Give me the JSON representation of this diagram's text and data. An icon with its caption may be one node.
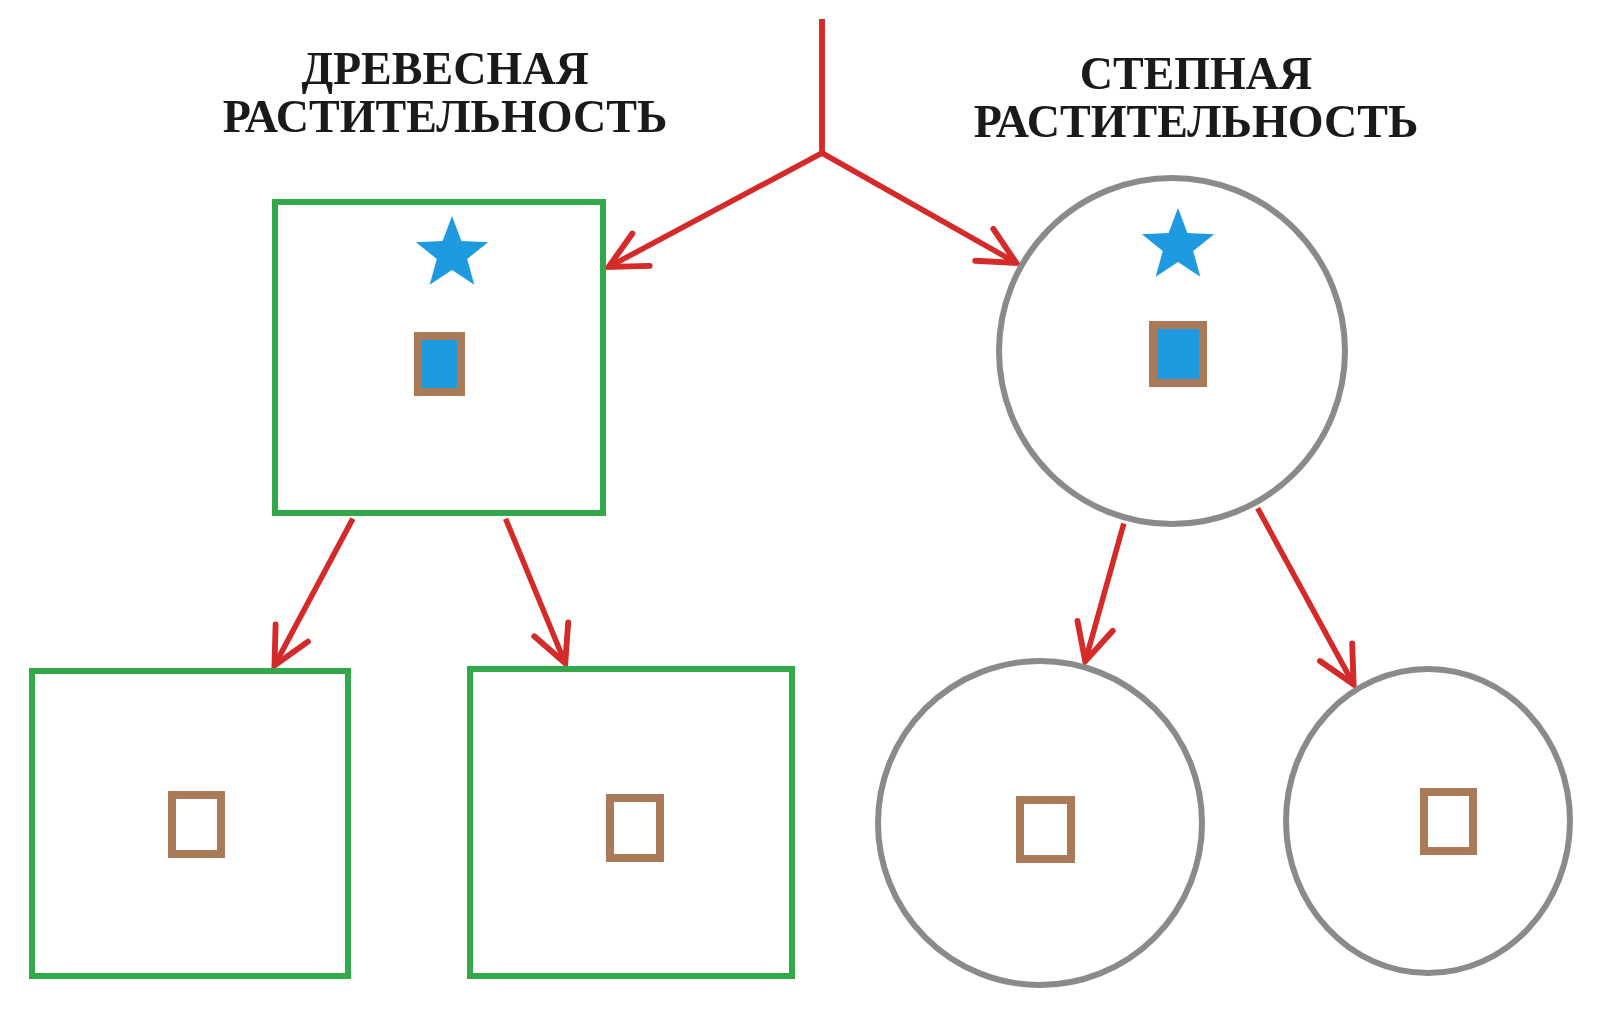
{
  "diagram": {
    "nodes": [
      {
        "text": [
          "ДРЕВЕСНАЯ РАСТИТЕЛЬНОСТЬ"
        ]
      },
      {
        "text": [
          "СТЕПНАЯ РАСТИТЕЛЬНОСТЬ"
        ]
      },
      {
        "text": [],
        "shape": "box"
      },
      {
        "text": [],
        "shape": "box"
      },
      {
        "text": [],
        "shape": "circle"
      },
      {
        "text": [],
        "shape": "circle"
      }
    ],
    "edges": [
      {
        "from": null,
        "to": 0,
        "arrow": "to"
      },
      {
        "from": null,
        "to": 1,
        "arrow": "to"
      },
      {
        "from": 0,
        "to": 2,
        "arrow": "to"
      },
      {
        "from": 0,
        "to": 3,
        "arrow": "to"
      },
      {
        "from": 1,
        "to": 4,
        "arrow": "to"
      },
      {
        "from": 1,
        "to": 5,
        "arrow": "to"
      }
    ]
  }
}
